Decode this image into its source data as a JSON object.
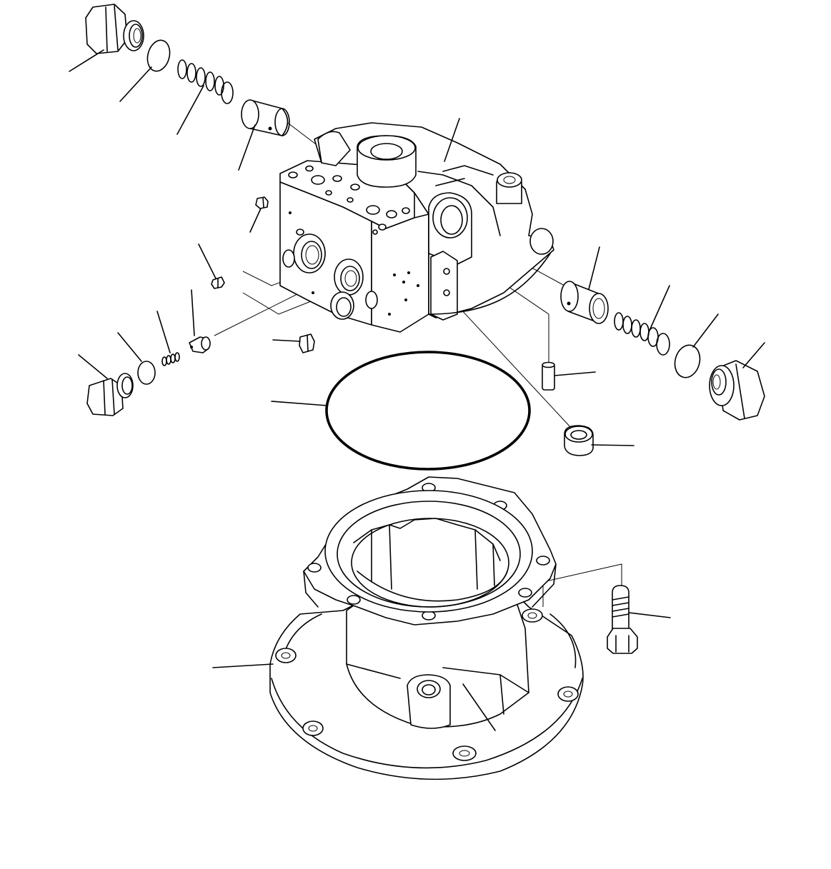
{
  "drawing": {
    "background_color": "#ffffff",
    "line_color": "#000000",
    "parts": [
      "plug-top-left",
      "o-ring-top-left",
      "spring-top-left",
      "sleeve-top-left",
      "valve-body",
      "small-plug-upper",
      "small-plug-mid",
      "pin-valve",
      "spring-left",
      "o-ring-left",
      "plug-left",
      "small-plug-lower",
      "sleeve-right",
      "spring-right",
      "o-ring-right",
      "plug-right",
      "dowel-pin",
      "bushing",
      "large-o-ring",
      "swing-housing",
      "bolt"
    ],
    "callout_leaders_count": 21
  }
}
